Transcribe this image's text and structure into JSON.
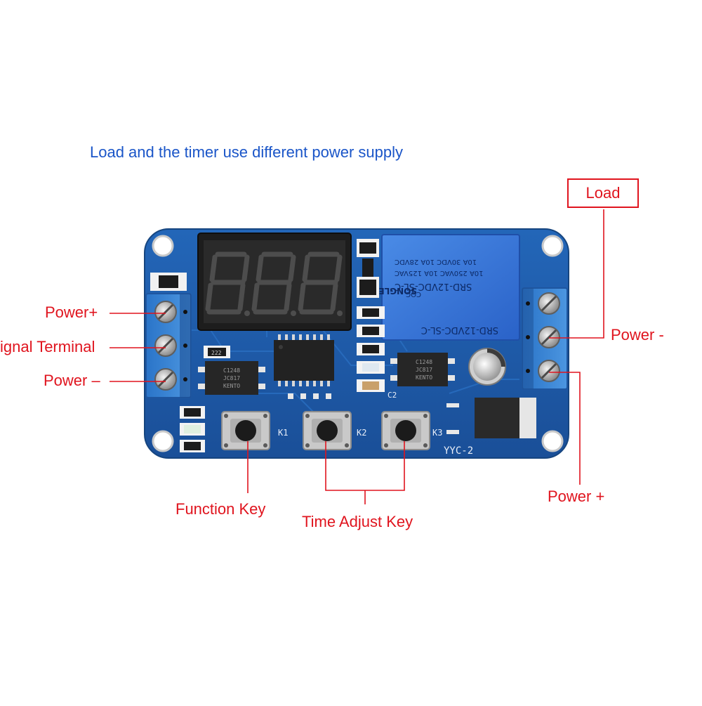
{
  "caption": "Load and the timer use different power supply",
  "labels": {
    "load": "Load",
    "power_plus_left": "Power+",
    "signal_terminal": "ignal Terminal",
    "power_minus_left": "Power –",
    "power_minus_right": "Power -",
    "power_plus_right": "Power +",
    "function_key": "Function Key",
    "time_adjust_key": "Time Adjust Key"
  },
  "board": {
    "relay_text": {
      "model": "SRD-12VDC-SL-C",
      "rating1": "10A 250VAC 10A 125VAC",
      "rating2": "10A 30VDC 10A 28VDC",
      "brand": "SONGLE",
      "cert": "CQC"
    },
    "key_labels": [
      "K1",
      "K2",
      "K3"
    ],
    "board_label": "YYC-2",
    "cap_label": "C2",
    "resistor_label": "222",
    "optocoupler_text": [
      "C1248",
      "JC817",
      "KENTO"
    ],
    "display_digits": "8.8.8."
  },
  "colors": {
    "label_red": "#e0141e",
    "caption_blue": "#1a55c8",
    "pcb_blue": "#1f5fb0",
    "terminal_blue": "#3a7fd0",
    "relay_blue": "#2f6fd6"
  }
}
